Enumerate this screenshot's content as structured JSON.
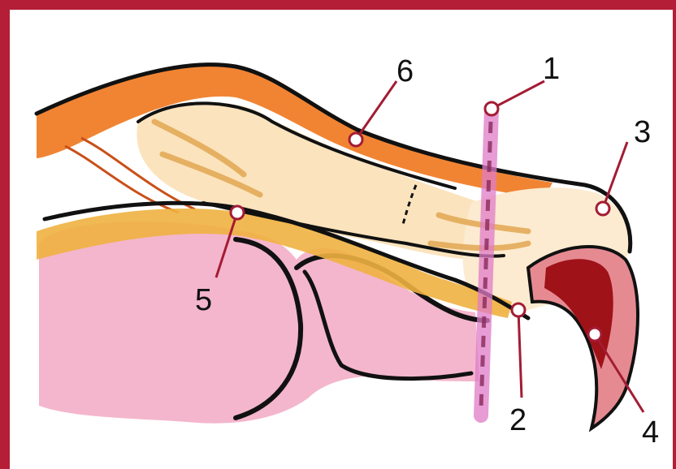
{
  "diagram": {
    "labels": [
      {
        "id": "1",
        "text": "1"
      },
      {
        "id": "2",
        "text": "2"
      },
      {
        "id": "3",
        "text": "3"
      },
      {
        "id": "4",
        "text": "4"
      },
      {
        "id": "5",
        "text": "5"
      },
      {
        "id": "6",
        "text": "6"
      }
    ]
  },
  "colors": {
    "frame": "#b41e36",
    "leader": "#a31c34",
    "tendon_orange": "#f07a22",
    "bone": "#fbe3bd",
    "pad_pink": "#f4b6cc",
    "claw_red": "#9e1218",
    "claw_pink": "#e68a92",
    "cut_line": "#e07cc8"
  }
}
